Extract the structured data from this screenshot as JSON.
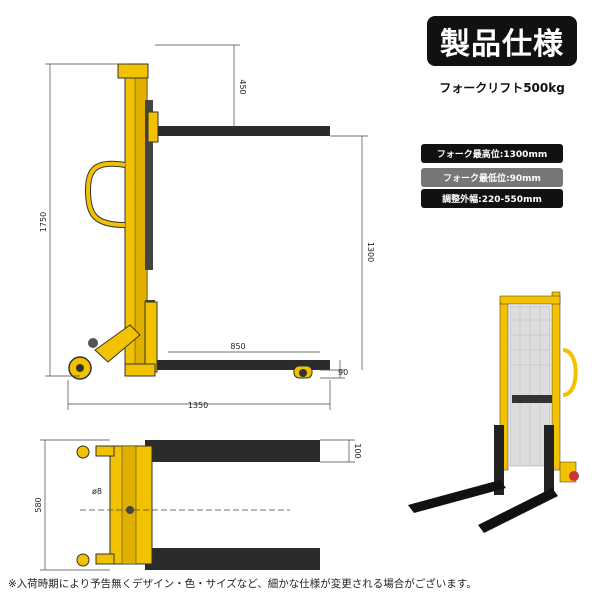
{
  "header": {
    "title": "製品仕様",
    "subtitle": "フォークリフト500kg"
  },
  "specs": [
    {
      "label": "フォーク最高位:1300mm",
      "color": "#111111"
    },
    {
      "label": "フォーク最低位:90mm",
      "color": "#777777"
    },
    {
      "label": "調整外幅:220-550mm",
      "color": "#111111"
    }
  ],
  "dimensions": {
    "fork_travel": "450",
    "total_height": "1750",
    "max_fork_height": "1300",
    "fork_length": "850",
    "min_fork_height": "90",
    "total_length": "1350",
    "fork_width": "100",
    "total_width": "580",
    "unit": "mm",
    "wheel_dia": "ø8"
  },
  "footnote": "※入荷時期により予告無くデザイン・色・サイズなど、細かな仕様が変更される場合がございます。",
  "colors": {
    "frame_yellow": "#f2c200",
    "fork_dark": "#2b2b2b"
  }
}
